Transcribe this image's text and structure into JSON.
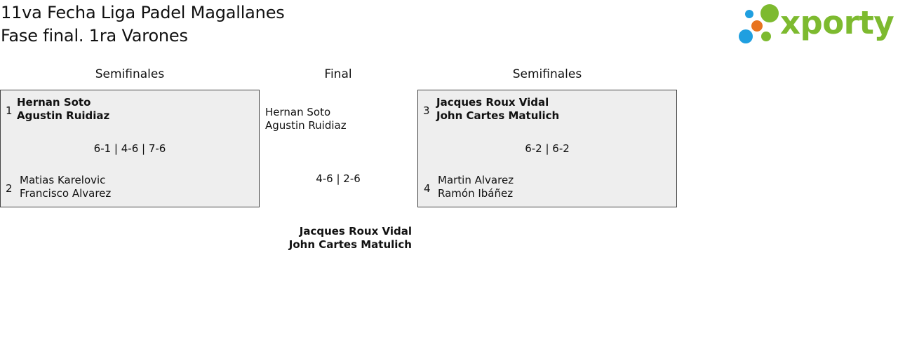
{
  "header": {
    "title_line1": "11va Fecha Liga Padel Magallanes",
    "title_line2": "Fase final. 1ra Varones"
  },
  "logo": {
    "text": "xporty",
    "colors": {
      "green": "#7dba2f",
      "blue": "#1f9fe0",
      "orange": "#e8731e"
    }
  },
  "columns": {
    "left": "Semifinales",
    "center": "Final",
    "right": "Semifinales"
  },
  "semifinal_left": {
    "team1": {
      "seed": "1",
      "player1": "Hernan Soto",
      "player2": "Agustin Ruidiaz"
    },
    "score": "6-1 | 4-6 | 7-6",
    "team2": {
      "seed": "2",
      "player1": "Matias Karelovic",
      "player2": "Francisco Alvarez"
    }
  },
  "final": {
    "team1": {
      "player1": "Hernan Soto",
      "player2": "Agustin Ruidiaz"
    },
    "score": "4-6 | 2-6",
    "team2": {
      "player1": "Jacques Roux Vidal",
      "player2": "John Cartes Matulich"
    }
  },
  "semifinal_right": {
    "team1": {
      "seed": "3",
      "player1": "Jacques Roux Vidal",
      "player2": "John Cartes Matulich"
    },
    "score": "6-2 | 6-2",
    "team2": {
      "seed": "4",
      "player1": "Martin Alvarez",
      "player2": "Ramón Ibáñez"
    }
  }
}
